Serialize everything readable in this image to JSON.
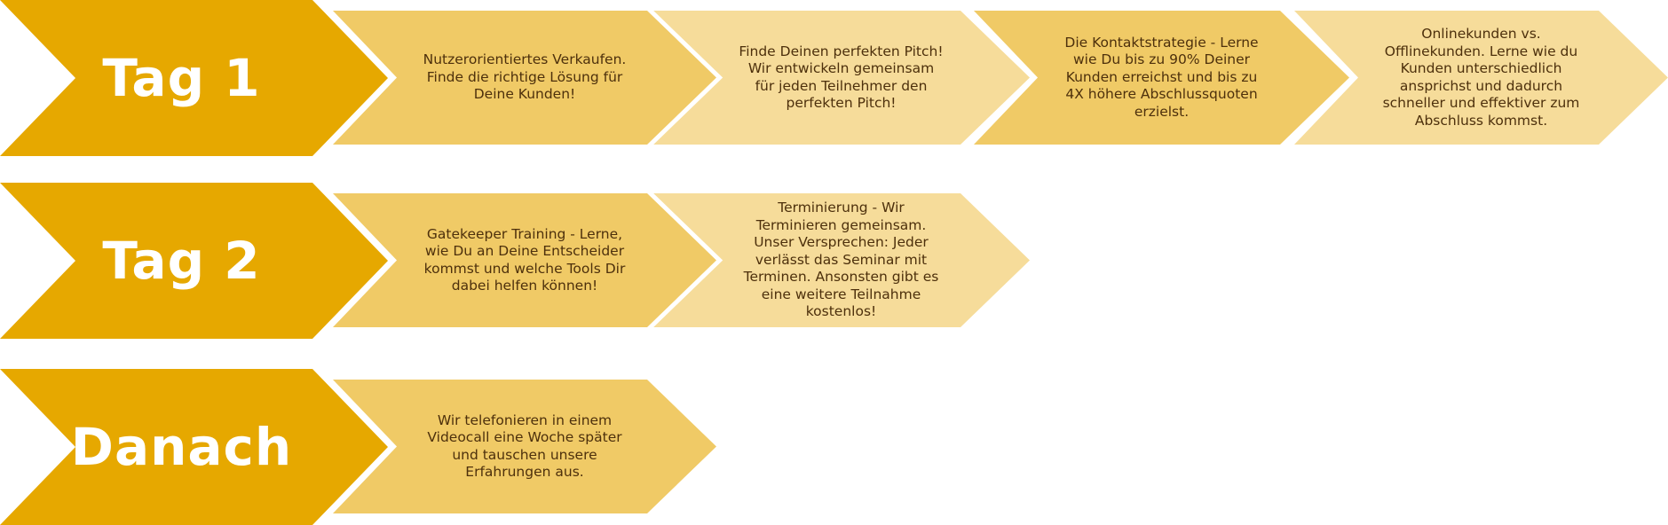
{
  "colors": {
    "header": "#E6A800",
    "step_mid": "#F0CA66",
    "step_light": "#F6DC9A",
    "text_dark": "#4D300C",
    "header_text": "#FFFFFF",
    "outline": "#FFFFFF"
  },
  "rows": [
    {
      "label": "Tag 1",
      "steps": [
        {
          "text": "Nutzerorientiertes Verkaufen. Finde die richtige Lösung für Deine Kunden!",
          "shade": "mid"
        },
        {
          "text": "Finde Deinen perfekten Pitch! Wir entwickeln gemeinsam für jeden Teilnehmer den perfekten Pitch!",
          "shade": "light"
        },
        {
          "text": "Die Kontaktstrategie - Lerne wie Du bis zu 90% Deiner Kunden erreichst und bis zu 4X höhere Abschlussquoten erzielst.",
          "shade": "mid"
        },
        {
          "text": "Onlinekunden vs. Offlinekunden. Lerne wie du Kunden unterschiedlich ansprichst und dadurch schneller und effektiver zum Abschluss kommst.",
          "shade": "light"
        }
      ]
    },
    {
      "label": "Tag 2",
      "steps": [
        {
          "text": "Gatekeeper Training - Lerne, wie Du an Deine Entscheider kommst und welche Tools Dir dabei helfen können!",
          "shade": "mid"
        },
        {
          "text": "Terminierung - Wir Terminieren gemeinsam. Unser Versprechen: Jeder verlässt das Seminar mit Terminen. Ansonsten gibt es eine weitere Teilnahme kostenlos!",
          "shade": "light"
        }
      ]
    },
    {
      "label": "Danach",
      "steps": [
        {
          "text": "Wir telefonieren in einem Videocall eine Woche später und tauschen unsere Erfahrungen aus.",
          "shade": "mid"
        }
      ]
    }
  ]
}
